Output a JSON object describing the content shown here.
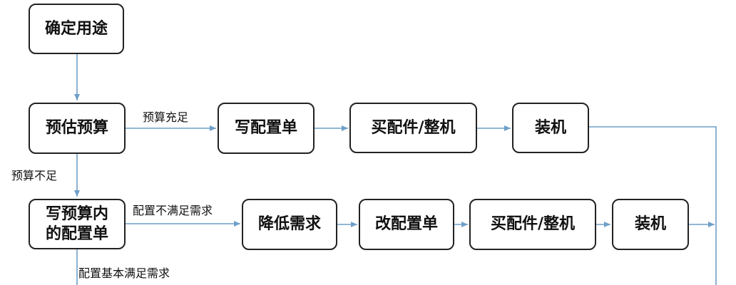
{
  "nodes": {
    "determine_use": "确定用途",
    "estimate_budget": "预估预算",
    "write_config": "写配置单",
    "buy_parts_1": "买配件/整机",
    "assemble_1": "装机",
    "write_budget_config_line1": "写预算内",
    "write_budget_config_line2": "的配置单",
    "lower_demand": "降低需求",
    "revise_config": "改配置单",
    "buy_parts_2": "买配件/整机",
    "assemble_2": "装机"
  },
  "edge_labels": {
    "budget_sufficient": "预算充足",
    "budget_insufficient": "预算不足",
    "config_not_meet": "配置不满足需求",
    "config_basically_meet": "配置基本满足需求"
  },
  "colors": {
    "arrow": "#6f9fc8",
    "box_border": "#222222"
  }
}
